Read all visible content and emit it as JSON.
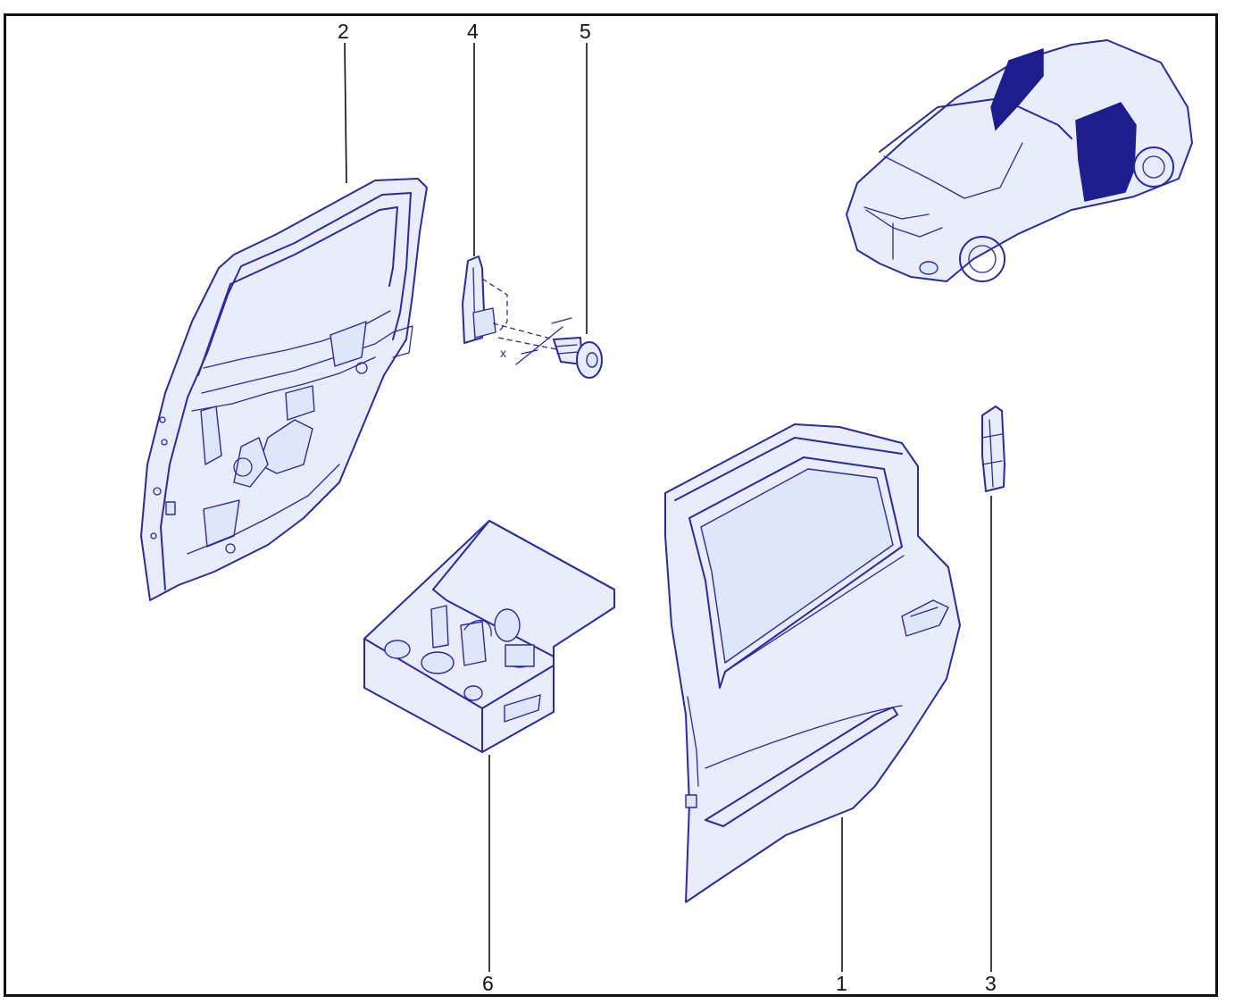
{
  "callouts": {
    "c1": "1",
    "c2": "2",
    "c3": "3",
    "c4": "4",
    "c5": "5",
    "c6": "6"
  },
  "dimension_label": "x",
  "colors": {
    "line": "#2b2b9c",
    "fill": "#e8ecfb",
    "frame": "#111111"
  }
}
